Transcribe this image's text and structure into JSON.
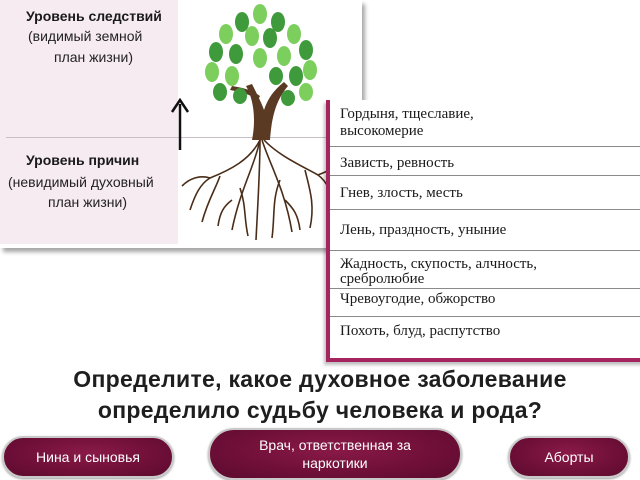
{
  "levels": {
    "effects": {
      "title": "Уровень следствий",
      "line1": "(видимый земной",
      "line2": "план жизни)"
    },
    "causes": {
      "title": "Уровень причин",
      "line1": "(невидимый духовный",
      "line2": "план жизни)"
    }
  },
  "sins": [
    {
      "line1": "Гордыня, тщеславие,",
      "line2": "высокомерие"
    },
    {
      "line1": "Зависть, ревность"
    },
    {
      "line1": "Гнев, злость, месть"
    },
    {
      "line1": "Лень, праздность, уныние"
    },
    {
      "line1": "Жадность, скупость,  алчность,",
      "line2": "сребролюбие"
    },
    {
      "line1": "Чревоугодие, обжорство"
    },
    {
      "line1": "Похоть, блуд, распутство"
    }
  ],
  "question": {
    "line1": "Определите, какое духовное заболевание",
    "line2": "определило судьбу человека и рода?"
  },
  "answers": [
    {
      "label": "Нина и сыновья"
    },
    {
      "line1": "Врач, ответственная за",
      "line2": "наркотики"
    },
    {
      "label": "Аборты"
    }
  ],
  "colors": {
    "accent": "#a5255e",
    "button": "#6e0f38",
    "leaf_dark": "#3f9a3c",
    "leaf_light": "#7ccf5c",
    "trunk": "#5a3a22"
  },
  "icons": {
    "growth_arrow": "arrow-up-icon",
    "tree": "tree-icon"
  }
}
